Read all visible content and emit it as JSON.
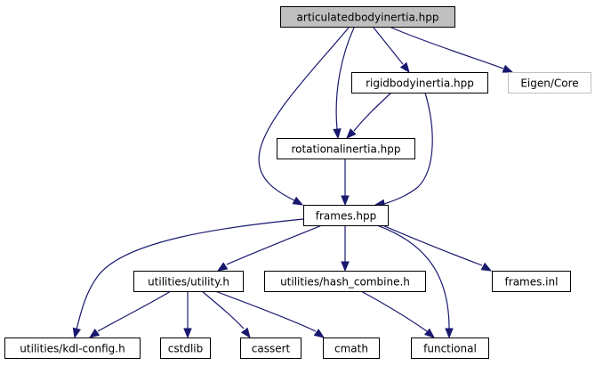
{
  "graph": {
    "title": "articulatedbodyinertia.hpp include dependency graph",
    "edge_color": "#191970",
    "root_fill": "#bfbfbf",
    "nodes": [
      {
        "id": "articulatedbodyinertia",
        "label": "articulatedbodyinertia.hpp",
        "kind": "root"
      },
      {
        "id": "rigidbodyinertia",
        "label": "rigidbodyinertia.hpp",
        "kind": "local"
      },
      {
        "id": "eigencore",
        "label": "Eigen/Core",
        "kind": "external"
      },
      {
        "id": "rotationalinertia",
        "label": "rotationalinertia.hpp",
        "kind": "local"
      },
      {
        "id": "frames",
        "label": "frames.hpp",
        "kind": "local"
      },
      {
        "id": "utility",
        "label": "utilities/utility.h",
        "kind": "local"
      },
      {
        "id": "hashcombine",
        "label": "utilities/hash_combine.h",
        "kind": "local"
      },
      {
        "id": "framesinl",
        "label": "frames.inl",
        "kind": "local"
      },
      {
        "id": "kdlconfig",
        "label": "utilities/kdl-config.h",
        "kind": "local"
      },
      {
        "id": "cstdlib",
        "label": "cstdlib",
        "kind": "local"
      },
      {
        "id": "cassert",
        "label": "cassert",
        "kind": "local"
      },
      {
        "id": "cmath",
        "label": "cmath",
        "kind": "local"
      },
      {
        "id": "functional",
        "label": "functional",
        "kind": "local"
      }
    ],
    "edges": [
      {
        "from": "articulatedbodyinertia",
        "to": "frames"
      },
      {
        "from": "articulatedbodyinertia",
        "to": "rotationalinertia"
      },
      {
        "from": "articulatedbodyinertia",
        "to": "rigidbodyinertia"
      },
      {
        "from": "articulatedbodyinertia",
        "to": "eigencore"
      },
      {
        "from": "rigidbodyinertia",
        "to": "rotationalinertia"
      },
      {
        "from": "rigidbodyinertia",
        "to": "frames"
      },
      {
        "from": "rotationalinertia",
        "to": "frames"
      },
      {
        "from": "frames",
        "to": "kdlconfig"
      },
      {
        "from": "frames",
        "to": "utility"
      },
      {
        "from": "frames",
        "to": "hashcombine"
      },
      {
        "from": "frames",
        "to": "functional"
      },
      {
        "from": "frames",
        "to": "framesinl"
      },
      {
        "from": "utility",
        "to": "kdlconfig"
      },
      {
        "from": "utility",
        "to": "cstdlib"
      },
      {
        "from": "utility",
        "to": "cassert"
      },
      {
        "from": "utility",
        "to": "cmath"
      },
      {
        "from": "hashcombine",
        "to": "functional"
      }
    ]
  }
}
